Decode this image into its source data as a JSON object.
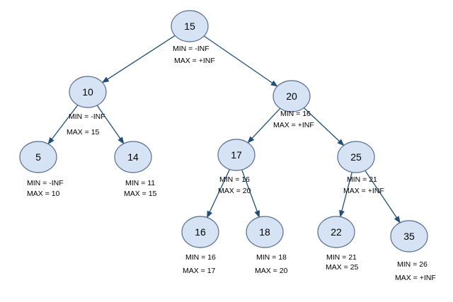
{
  "colors": {
    "node_fill": "#d5e3f4",
    "node_stroke": "#5a6e8c",
    "edge": "#1f4e78",
    "text": "#000000"
  },
  "nodes": [
    {
      "id": "n15",
      "value": "15",
      "min": "MIN = -INF",
      "max": "MAX = +INF"
    },
    {
      "id": "n10",
      "value": "10",
      "min": "MIN = -INF",
      "max": "MAX = 15"
    },
    {
      "id": "n20",
      "value": "20",
      "min": "MIN = 16",
      "max": "MAX = +INF"
    },
    {
      "id": "n5",
      "value": "5",
      "min": "MIN = -INF",
      "max": "MAX = 10"
    },
    {
      "id": "n14",
      "value": "14",
      "min": "MIN = 11",
      "max": "MAX = 15"
    },
    {
      "id": "n17",
      "value": "17",
      "min": "MIN = 16",
      "max": "MAX = 20"
    },
    {
      "id": "n25",
      "value": "25",
      "min": "MIN = 21",
      "max": "MAX = +INF"
    },
    {
      "id": "n16",
      "value": "16",
      "min": "MIN = 16",
      "max": "MAX = 17"
    },
    {
      "id": "n18",
      "value": "18",
      "min": "MIN = 18",
      "max": "MAX = 20"
    },
    {
      "id": "n22",
      "value": "22",
      "min": "MIN = 21",
      "max": "MAX = 25"
    },
    {
      "id": "n35",
      "value": "35",
      "min": "MIN = 26",
      "max": "MAX = +INF"
    }
  ],
  "edges": [
    {
      "from": "n15",
      "to": "n10"
    },
    {
      "from": "n15",
      "to": "n20"
    },
    {
      "from": "n10",
      "to": "n5"
    },
    {
      "from": "n10",
      "to": "n14"
    },
    {
      "from": "n20",
      "to": "n17"
    },
    {
      "from": "n20",
      "to": "n25"
    },
    {
      "from": "n17",
      "to": "n16"
    },
    {
      "from": "n17",
      "to": "n18"
    },
    {
      "from": "n25",
      "to": "n22"
    },
    {
      "from": "n25",
      "to": "n35"
    }
  ]
}
